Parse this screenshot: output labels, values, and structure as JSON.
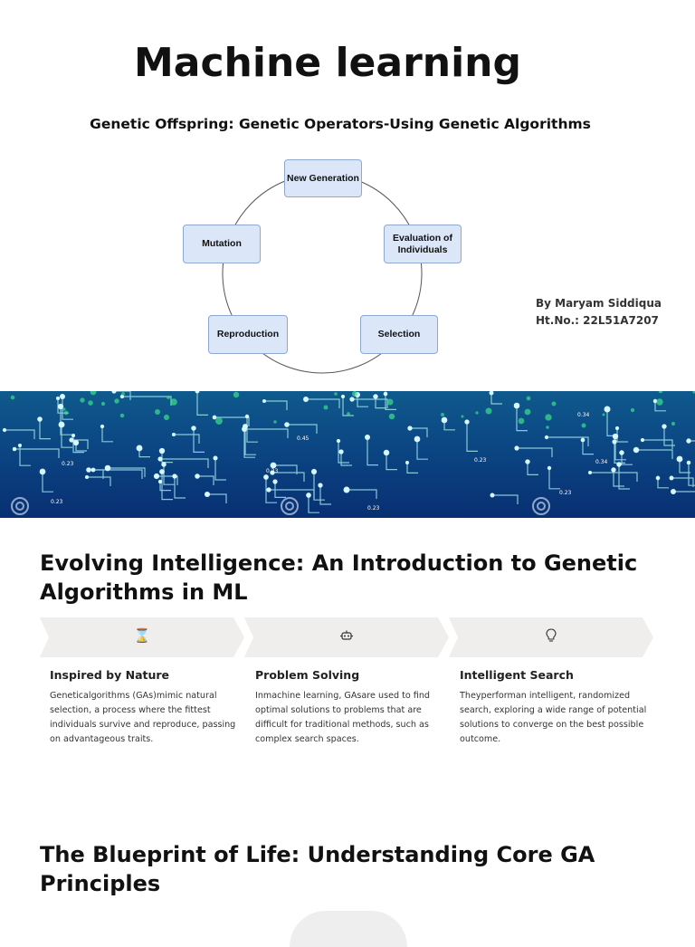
{
  "title": "Machine learning",
  "subtitle": "Genetic Offspring: Genetic Operators-Using Genetic Algorithms",
  "diagram": {
    "nodes": {
      "new_generation": "New Generation",
      "evaluation": "Evaluation of Individuals",
      "selection": "Selection",
      "reproduction": "Reproduction",
      "mutation": "Mutation"
    }
  },
  "author": {
    "by_line": "By Maryam Siddiqua",
    "ht_no": "Ht.No.: 22L51A7207"
  },
  "banner": {
    "labels": [
      "0.23",
      "0.23",
      "0.23",
      "0.23",
      "0.23",
      "0.23",
      "0.34",
      "0.34",
      "0.45"
    ]
  },
  "section1": {
    "heading": "Evolving Intelligence: An Introduction to Genetic Algorithms in ML",
    "cards": [
      {
        "icon": "hourglass-icon",
        "title": "Inspired by Nature",
        "text": "Geneticalgorithms (GAs)mimic natural selection, a process where the fittest individuals survive and reproduce, passing on advantageous traits."
      },
      {
        "icon": "robot-icon",
        "title": "Problem Solving",
        "text": "Inmachine learning, GAsare used to find optimal solutions to problems that are difficult for traditional methods, such as complex search spaces."
      },
      {
        "icon": "lightbulb-icon",
        "title": "Intelligent Search",
        "text": "Theyperforman intelligent, randomized search, exploring a wide range of potential solutions to converge on the best possible outcome."
      }
    ]
  },
  "section2": {
    "heading": "The Blueprint of Life: Understanding Core GA Principles"
  },
  "colors": {
    "node_fill": "#dbe7f8",
    "node_border": "#8ea9cf",
    "chevron_fill": "#f0eeec",
    "banner_bg": "#0b3a80"
  }
}
